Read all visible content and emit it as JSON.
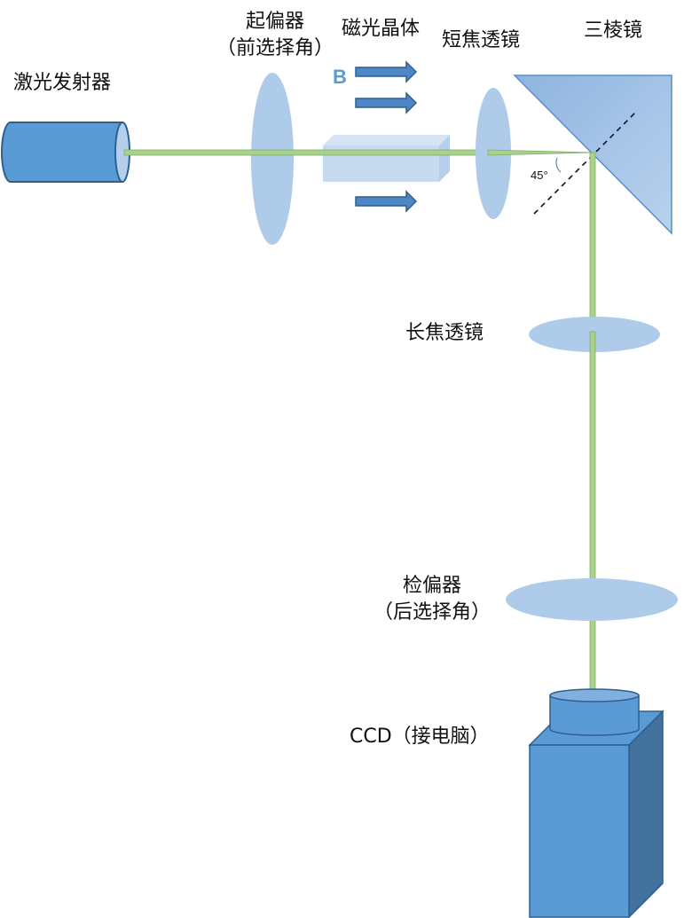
{
  "labels": {
    "laser": "激光发射器",
    "polarizer_line1": "起偏器",
    "polarizer_line2": "（前选择角）",
    "crystal": "磁光晶体",
    "field_symbol": "B",
    "short_lens": "短焦透镜",
    "prism": "三棱镜",
    "angle": "45°",
    "long_lens": "长焦透镜",
    "analyzer_line1": "检偏器",
    "analyzer_line2": "（后选择角）",
    "ccd": "CCD（接电脑）"
  },
  "colors": {
    "device_blue": "#5b9bd5",
    "device_dark": "#41719c",
    "lens_fill": "#aecbe9",
    "beam_green": "#a9d18e",
    "prism_fill": "#9dc3e6"
  }
}
